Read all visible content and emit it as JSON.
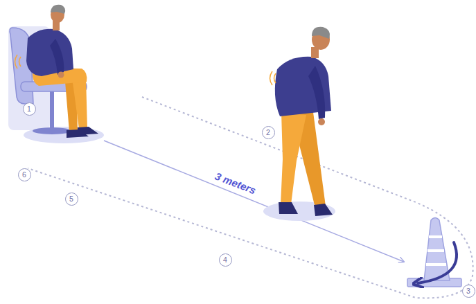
{
  "diagram": {
    "labels": [
      "1",
      "2",
      "3 meters",
      "6",
      "5",
      "4",
      "3"
    ]
  }
}
